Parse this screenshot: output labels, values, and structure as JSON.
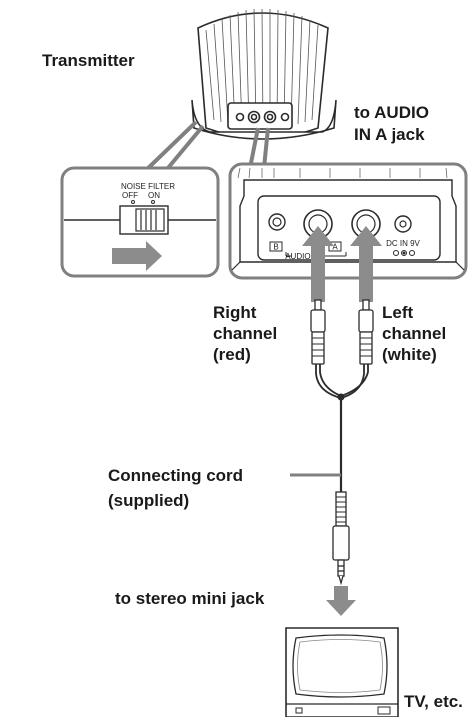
{
  "labels": {
    "transmitter": "Transmitter",
    "to_audio_line1": "to AUDIO",
    "to_audio_line2": "IN A jack",
    "right_line1": "Right",
    "right_line2": "channel",
    "right_line3": "(red)",
    "left_line1": "Left",
    "left_line2": "channel",
    "left_line3": "(white)",
    "cord_line1": "Connecting cord",
    "cord_line2": "(supplied)",
    "mini_jack": "to stereo mini jack",
    "tv": "TV, etc."
  },
  "panel_labels": {
    "noise_filter": "NOISE FILTER",
    "off": "OFF",
    "on": "ON",
    "jack_b": "B",
    "jack_a": "A",
    "audio": "AUDIO IN",
    "dc_in": "DC IN 9V"
  },
  "colors": {
    "line": "#2b2b2b",
    "panel_border": "#808080",
    "arrow": "#8c8c8c",
    "background": "#ffffff"
  }
}
